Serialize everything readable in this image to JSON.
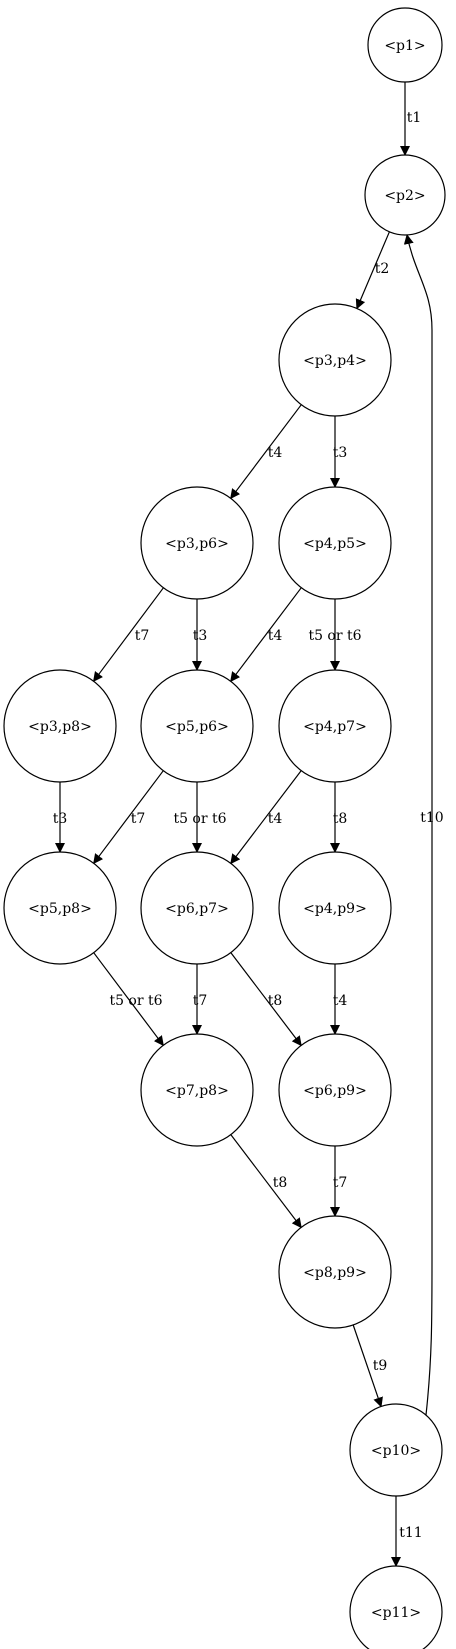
{
  "colors": {
    "stroke": "#000000",
    "node_fill": "#ffffff",
    "background": "#ffffff"
  },
  "nodes": [
    {
      "id": "p1",
      "label": "<p1>"
    },
    {
      "id": "p2",
      "label": "<p2>"
    },
    {
      "id": "p3p4",
      "label": "<p3,p4>"
    },
    {
      "id": "p3p6",
      "label": "<p3,p6>"
    },
    {
      "id": "p4p5",
      "label": "<p4,p5>"
    },
    {
      "id": "p3p8",
      "label": "<p3,p8>"
    },
    {
      "id": "p5p6",
      "label": "<p5,p6>"
    },
    {
      "id": "p4p7",
      "label": "<p4,p7>"
    },
    {
      "id": "p5p8",
      "label": "<p5,p8>"
    },
    {
      "id": "p6p7",
      "label": "<p6,p7>"
    },
    {
      "id": "p4p9",
      "label": "<p4,p9>"
    },
    {
      "id": "p7p8",
      "label": "<p7,p8>"
    },
    {
      "id": "p6p9",
      "label": "<p6,p9>"
    },
    {
      "id": "p8p9",
      "label": "<p8,p9>"
    },
    {
      "id": "p10",
      "label": "<p10>"
    },
    {
      "id": "p11",
      "label": "<p11>"
    }
  ],
  "edges": [
    {
      "from": "p1",
      "to": "p2",
      "label": "t1"
    },
    {
      "from": "p2",
      "to": "p3p4",
      "label": "t2"
    },
    {
      "from": "p3p4",
      "to": "p3p6",
      "label": "t4"
    },
    {
      "from": "p3p4",
      "to": "p4p5",
      "label": "t3"
    },
    {
      "from": "p3p6",
      "to": "p3p8",
      "label": "t7"
    },
    {
      "from": "p3p6",
      "to": "p5p6",
      "label": "t3"
    },
    {
      "from": "p4p5",
      "to": "p5p6",
      "label": "t4"
    },
    {
      "from": "p4p5",
      "to": "p4p7",
      "label": "t5 or t6"
    },
    {
      "from": "p3p8",
      "to": "p5p8",
      "label": "t3"
    },
    {
      "from": "p5p6",
      "to": "p5p8",
      "label": "t7"
    },
    {
      "from": "p5p6",
      "to": "p6p7",
      "label": "t5 or t6"
    },
    {
      "from": "p4p7",
      "to": "p6p7",
      "label": "t4"
    },
    {
      "from": "p4p7",
      "to": "p4p9",
      "label": "t8"
    },
    {
      "from": "p5p8",
      "to": "p7p8",
      "label": "t5 or t6"
    },
    {
      "from": "p6p7",
      "to": "p7p8",
      "label": "t7"
    },
    {
      "from": "p6p7",
      "to": "p6p9",
      "label": "t8"
    },
    {
      "from": "p4p9",
      "to": "p6p9",
      "label": "t4"
    },
    {
      "from": "p7p8",
      "to": "p8p9",
      "label": "t8"
    },
    {
      "from": "p6p9",
      "to": "p8p9",
      "label": "t7"
    },
    {
      "from": "p8p9",
      "to": "p10",
      "label": "t9"
    },
    {
      "from": "p10",
      "to": "p2",
      "label": "t10"
    },
    {
      "from": "p10",
      "to": "p11",
      "label": "t11"
    }
  ]
}
